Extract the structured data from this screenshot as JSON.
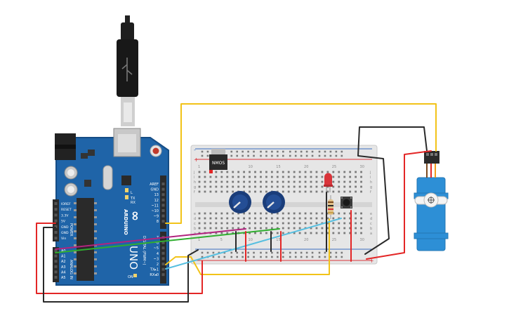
{
  "arduino": {
    "brand": "ARDUINO",
    "model": "UNO",
    "logo_symbol": "∞",
    "header_top_labels": [
      "AREF",
      "GND",
      "13",
      "12",
      "~11",
      "~10",
      "~9",
      "8"
    ],
    "header_digital_labels": [
      "7",
      "~6",
      "~5",
      "4",
      "~3",
      "2",
      "TX▸1",
      "RX◂0"
    ],
    "power_labels": [
      "IOREF",
      "RESET",
      "3.3V",
      "5V",
      "GND",
      "GND",
      "Vin"
    ],
    "analog_labels": [
      "A0",
      "A1",
      "A2",
      "A3",
      "A4",
      "A5"
    ],
    "power_section_label": "POWER",
    "analog_section_label": "ANALOG IN",
    "digital_section_label": "DIGITAL (PWM~)",
    "tx_label": "TX",
    "rx_label": "RX",
    "l_label": "L",
    "on_label": "ON"
  },
  "breadboard": {
    "column_numbers": [
      "1",
      "5",
      "10",
      "15",
      "20",
      "25",
      "30"
    ],
    "row_letters_top": [
      "j",
      "i",
      "h",
      "g",
      "f"
    ],
    "row_letters_bottom": [
      "e",
      "d",
      "c",
      "b",
      "a"
    ],
    "rail_plus": "+",
    "rail_minus": "-"
  },
  "components": {
    "mosfet_label": "NMOS"
  },
  "colors": {
    "board": "#1f64a8",
    "board_edge": "#164d85",
    "header": "#2b2b2b",
    "breadboard": "#e6e6e6",
    "rail_red": "#d9343a",
    "rail_blue": "#3a6fc0",
    "wire_red": "#e32626",
    "wire_black": "#2a2a2a",
    "wire_yellow": "#f2c318",
    "wire_green": "#2fae2f",
    "wire_magenta": "#b2237e",
    "wire_cyan": "#56bfe0",
    "servo": "#2d8fd6",
    "pot": "#1a3d7a"
  }
}
